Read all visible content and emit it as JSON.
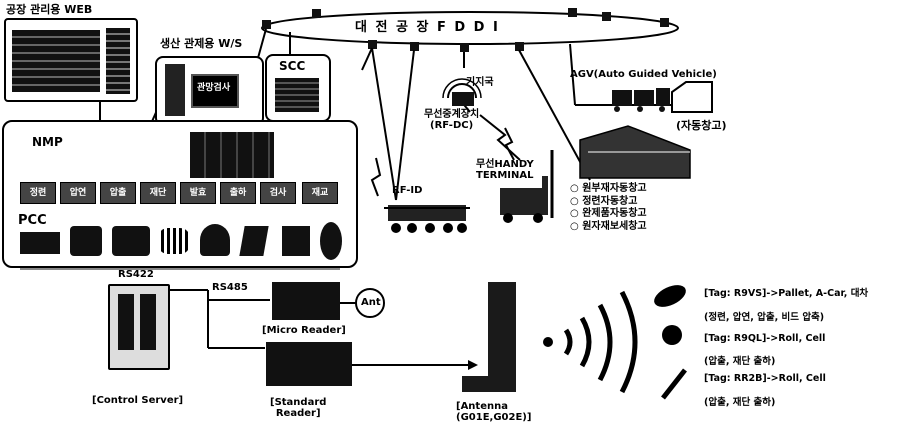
{
  "top": {
    "web_label": "공장 관리용 WEB",
    "ws_label": "생산 관제용 W/S",
    "ws_screen": "관망검사",
    "scc_label": "SCC",
    "ring_label": "대  전  공  장    F  D  D  I",
    "base_station": "기지국",
    "wireless_relay": "무선중계장치\n(RF-DC)",
    "agv_label": "AGV(Auto Guided Vehicle)",
    "auto_warehouse": "(자동창고)",
    "nmp_label": "NMP",
    "nmp_modules": [
      "정련",
      "압연",
      "압출",
      "재단",
      "발효",
      "출하",
      "검사",
      "재교"
    ],
    "pcc_label": "PCC",
    "rfid_label": "RF-ID",
    "handy_terminal": "무선HANDY\nTERMINAL",
    "warehouses": [
      "원부재자동창고",
      "정련자동창고",
      "완제품자동창고",
      "원자재보세창고"
    ]
  },
  "bottom": {
    "rs422": "RS422",
    "rs485": "RS485",
    "control_server": "[Control Server]",
    "micro_reader": "[Micro Reader]",
    "ant": "Ant",
    "standard_reader": "[Standard\nReader]",
    "antenna": "[Antenna\n(G01E,G02E)]",
    "tags": [
      {
        "line1": "[Tag: R9VS]->Pallet, A-Car, 대차",
        "line2": "(정련, 압연, 압출, 비드 압축)"
      },
      {
        "line1": "[Tag: R9QL]->Roll, Cell",
        "line2": "(압출, 재단 출하)"
      },
      {
        "line1": "[Tag: RR2B]->Roll, Cell",
        "line2": "(압출, 재단 출하)"
      }
    ]
  }
}
